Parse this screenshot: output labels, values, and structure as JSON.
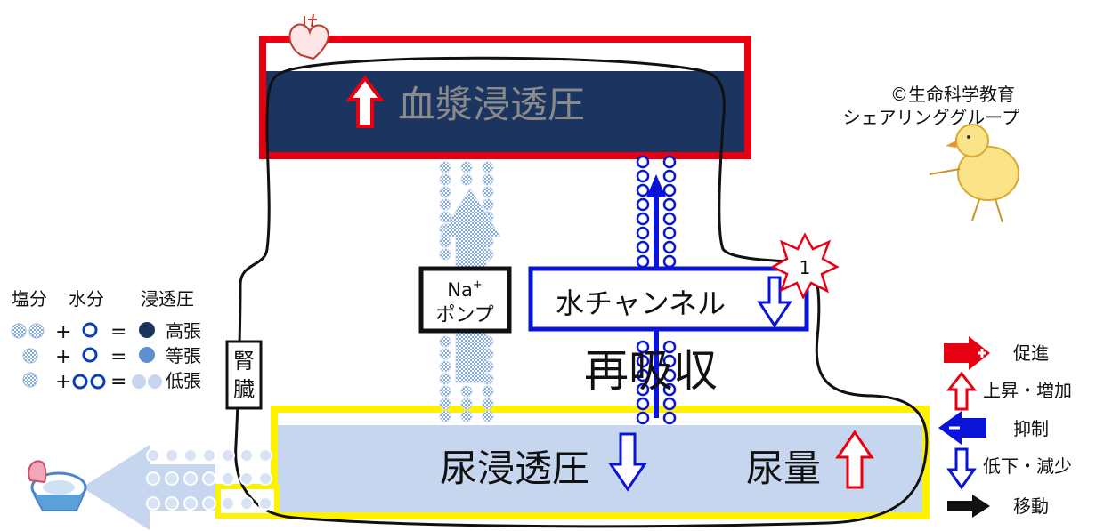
{
  "copyright": {
    "line1": "©生命科学教育",
    "line2": "シェアリンググループ"
  },
  "legend_left": {
    "header_salt": "塩分",
    "header_water": "水分",
    "header_osm": "浸透圧",
    "plus": "+",
    "equals": "=",
    "rows": [
      {
        "label": "高張"
      },
      {
        "label": "等張"
      },
      {
        "label": "低張"
      }
    ]
  },
  "legend_right": {
    "items": [
      {
        "label": "促進",
        "icon": "red-plus-arrow-icon"
      },
      {
        "label": "上昇・増加",
        "icon": "red-up-arrow-icon"
      },
      {
        "label": "抑制",
        "icon": "blue-minus-arrow-icon"
      },
      {
        "label": "低下・減少",
        "icon": "blue-down-arrow-icon"
      },
      {
        "label": "移動",
        "icon": "black-arrow-icon"
      }
    ]
  },
  "plasma": {
    "label": "血漿浸透圧"
  },
  "na_pump": {
    "line1": "Na",
    "sup": "+",
    "line2": "ポンプ"
  },
  "water_channel": {
    "label": "水チャンネル"
  },
  "burst": {
    "label": "1"
  },
  "reabsorption": {
    "label": "再吸収"
  },
  "kidney": {
    "char1": "腎",
    "char2": "臓"
  },
  "urine_osm": {
    "label": "尿浸透圧"
  },
  "urine_volume": {
    "label": "尿量"
  },
  "colors": {
    "red": "#e60012",
    "blue": "#0a14d6",
    "navy": "#1b3560",
    "light_blue": "#c5d6ee",
    "yellow": "#fff200",
    "dot_blue": "#5b8fd0"
  }
}
